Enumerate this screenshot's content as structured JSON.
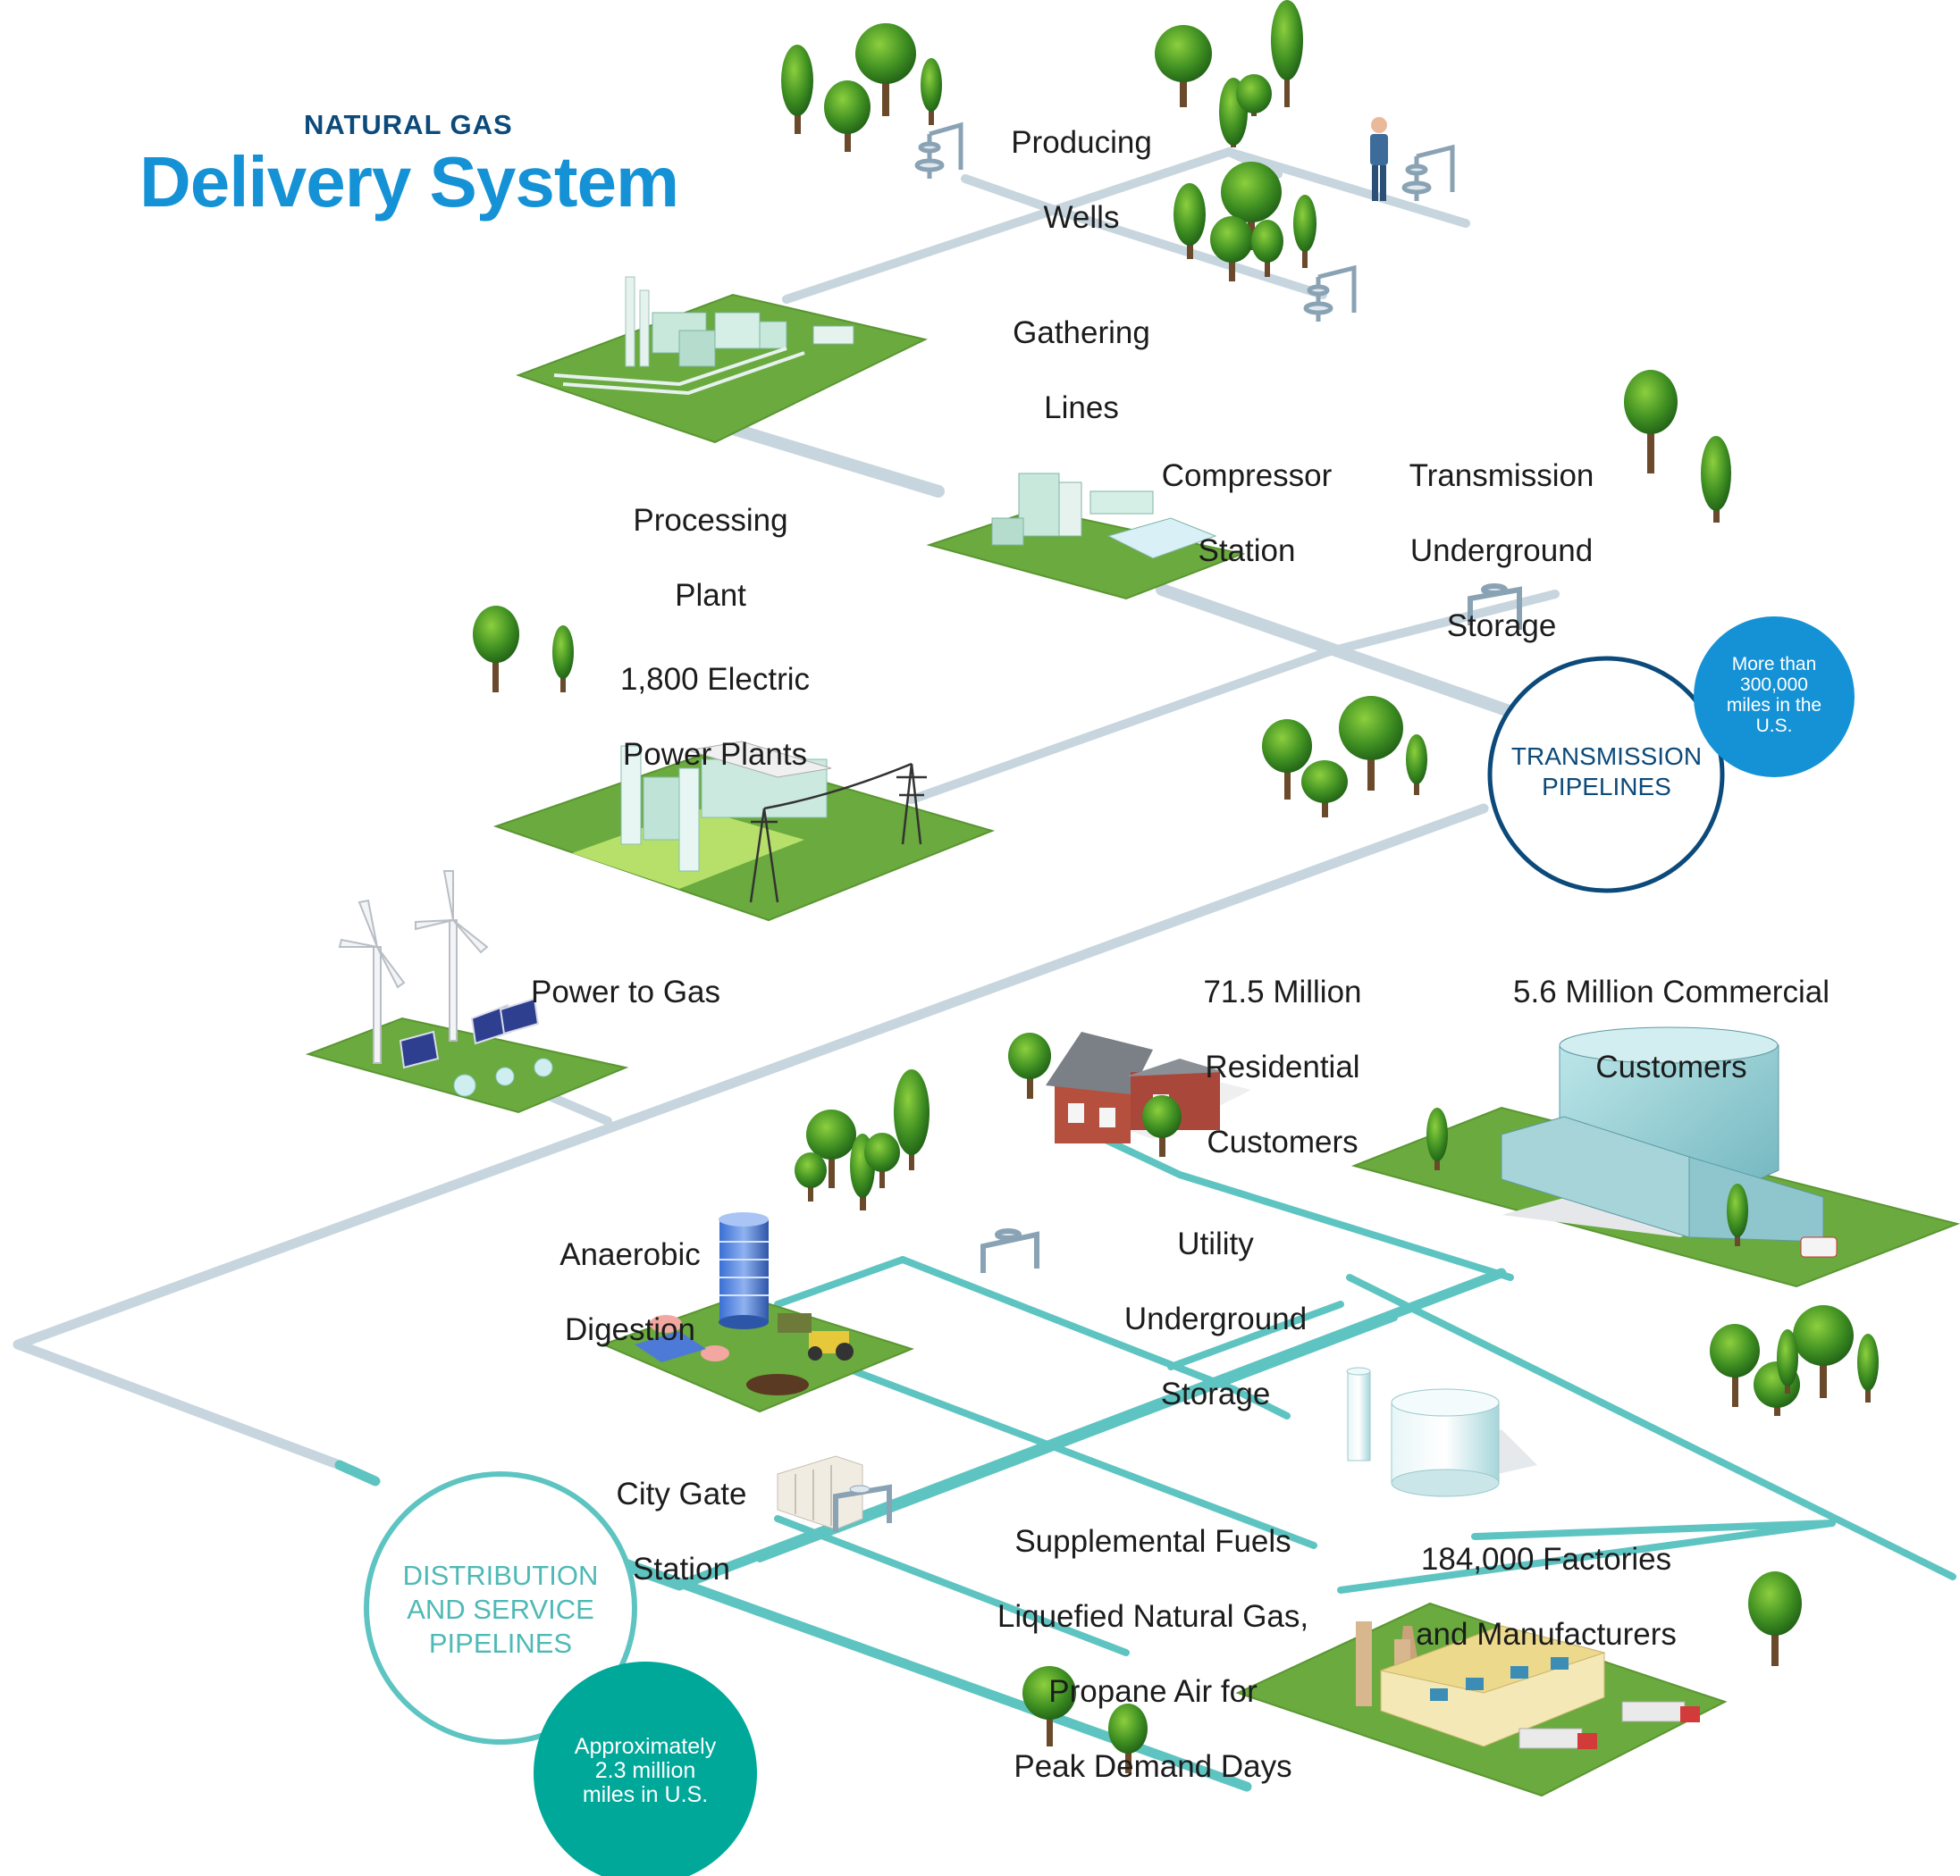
{
  "title": {
    "kicker": "NATURAL GAS",
    "main": "Delivery System"
  },
  "labels": {
    "producing_wells": [
      "Producing",
      "Wells"
    ],
    "gathering_lines": [
      "Gathering",
      "Lines"
    ],
    "processing_plant": [
      "Processing",
      "Plant"
    ],
    "compressor_station": [
      "Compressor",
      "Station"
    ],
    "transmission_storage": [
      "Transmission",
      "Underground",
      "Storage"
    ],
    "electric_power_plants": [
      "1,800 Electric",
      "Power Plants"
    ],
    "power_to_gas": [
      "Power to Gas"
    ],
    "residential": [
      "71.5 Million",
      "Residential",
      "Customers"
    ],
    "commercial": [
      "5.6 Million Commercial",
      "Customers"
    ],
    "utility_storage": [
      "Utility",
      "Underground",
      "Storage"
    ],
    "anaerobic_digestion": [
      "Anaerobic",
      "Digestion"
    ],
    "city_gate": [
      "City Gate",
      "Station"
    ],
    "supplemental_fuels": [
      "Supplemental Fuels",
      "Liquefied Natural Gas,",
      "Propane Air for",
      "Peak Demand Days"
    ],
    "factories": [
      "184,000 Factories",
      "and Manufacturers"
    ]
  },
  "badges": {
    "transmission": {
      "label": [
        "TRANSMISSION",
        "PIPELINES"
      ],
      "stat": [
        "More than",
        "300,000",
        "miles in the",
        "U.S."
      ]
    },
    "distribution": {
      "label": [
        "DISTRIBUTION",
        "AND SERVICE",
        "PIPELINES"
      ],
      "stat": [
        "Approximately",
        "2.3 million",
        "miles in U.S."
      ]
    }
  },
  "colors": {
    "title_dark": "#0b4a7a",
    "title_blue": "#1592d6",
    "transmission_pipe": "#c7d5de",
    "distribution_pipe": "#5ec4c1",
    "ground": "#6aaa3e",
    "transmission_ring": "#0b4a7a",
    "transmission_stat_fill": "#1592d6",
    "distribution_ring": "#5ec4c1",
    "distribution_stat_fill": "#00a89a"
  }
}
